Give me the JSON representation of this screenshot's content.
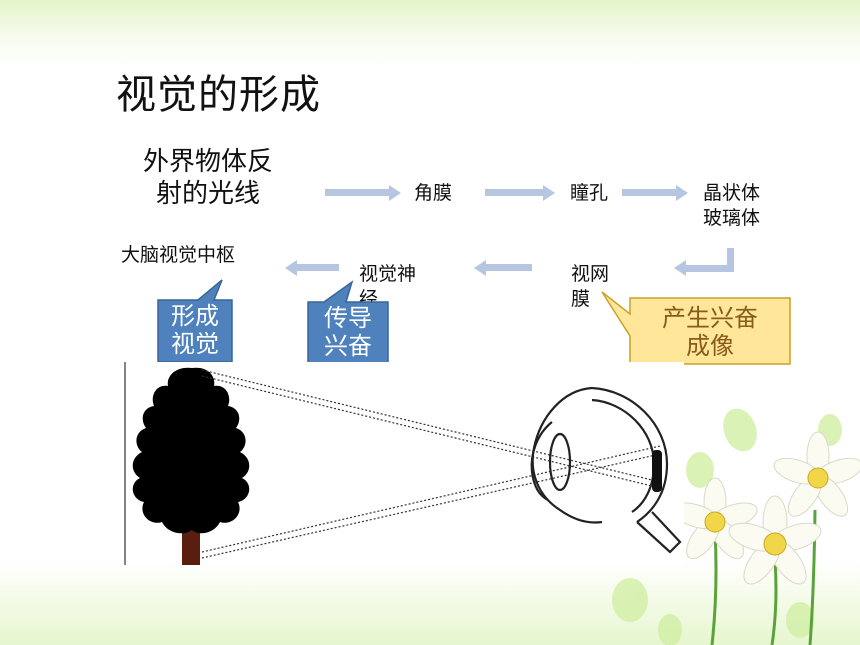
{
  "slide": {
    "title": "视觉的形成",
    "source_line1": "外界物体反",
    "source_line2": "射的光线",
    "nodes": {
      "cornea": "角膜",
      "pupil": "瞳孔",
      "lens_line1": "晶状体",
      "lens_line2": "玻璃体",
      "retina_line1": "视网",
      "retina_line2": "膜",
      "nerve_line1": "视觉神",
      "nerve_line2": "经",
      "brain": "大脑视觉中枢"
    },
    "callouts": {
      "vision_line1": "形成",
      "vision_line2": "视觉",
      "conduct_line1": "传导",
      "conduct_line2": "兴奋",
      "image_line1": "产生兴奋",
      "image_line2": "成像"
    },
    "colors": {
      "arrow": "#b6c6e0",
      "callout_blue": "#4f81bd",
      "callout_yellow": "#ffe699",
      "callout_yellow_text": "#8a5a1a"
    }
  }
}
